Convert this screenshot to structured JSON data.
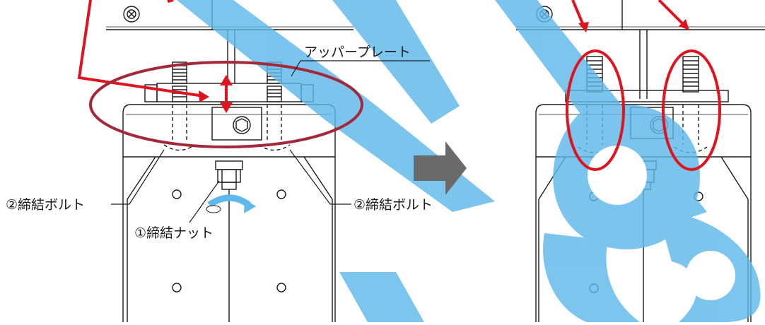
{
  "labels": {
    "upper_plate": "アッパープレート",
    "bolt_left": "②締結ボルト",
    "bolt_right": "②締結ボルト",
    "nut": "①締結ナット"
  },
  "colors": {
    "line": "#1a1a1a",
    "annotation_red": "#e0141e",
    "ellipse_dark_red": "#a3283a",
    "watermark_blue": "#5fb8ea",
    "arrow_gray": "#6a6a6a"
  },
  "icons": {
    "screw_head": "phillips-screw-icon",
    "step_arrow": "right-arrow-icon",
    "rotation": "rotate-arrow-icon"
  }
}
